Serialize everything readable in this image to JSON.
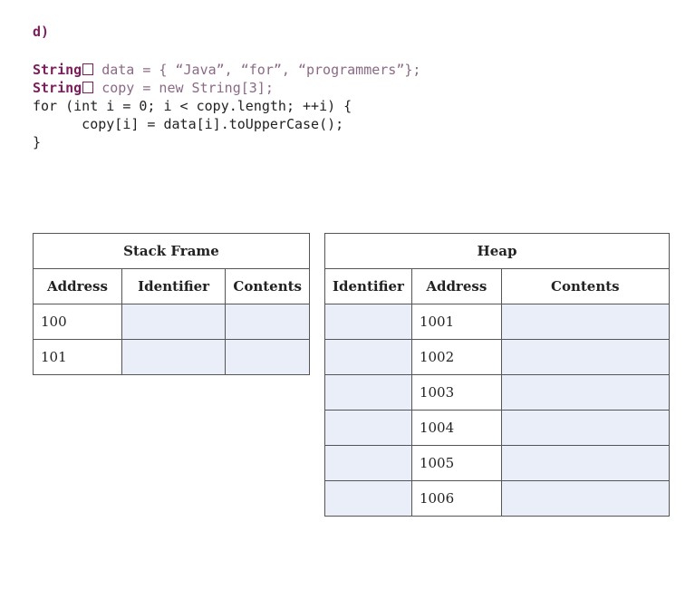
{
  "part_label": "d)",
  "code": {
    "line1": {
      "type": "String",
      "rest": " data = { “Java”, “for”, “programmers”};"
    },
    "line2": {
      "type": "String",
      "rest": " copy = new String[3];"
    },
    "line3": "for (int i = 0; i < copy.length; ++i) {",
    "line4": "      copy[i] = data[i].toUpperCase();",
    "line5": "}"
  },
  "stack_frame": {
    "title": "Stack Frame",
    "headers": [
      "Address",
      "Identifier",
      "Contents"
    ],
    "rows": [
      {
        "address": "100",
        "identifier": "",
        "contents": ""
      },
      {
        "address": "101",
        "identifier": "",
        "contents": ""
      }
    ]
  },
  "heap": {
    "title": "Heap",
    "headers": [
      "Identifier",
      "Address",
      "Contents"
    ],
    "rows": [
      {
        "identifier": "",
        "address": "1001",
        "contents": ""
      },
      {
        "identifier": "",
        "address": "1002",
        "contents": ""
      },
      {
        "identifier": "",
        "address": "1003",
        "contents": ""
      },
      {
        "identifier": "",
        "address": "1004",
        "contents": ""
      },
      {
        "identifier": "",
        "address": "1005",
        "contents": ""
      },
      {
        "identifier": "",
        "address": "1006",
        "contents": ""
      }
    ]
  },
  "colors": {
    "type_keyword": "#7a1f5c",
    "cell_fill": "#e9eef8",
    "border": "#555555"
  }
}
